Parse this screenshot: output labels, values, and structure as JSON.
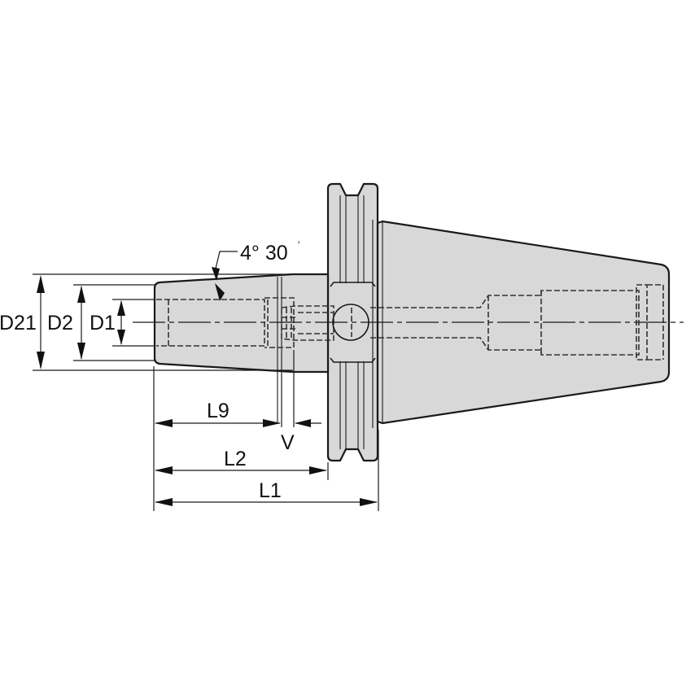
{
  "drawing": {
    "title": "Tool holder adapter cross-section",
    "colors": {
      "body_fill": "#d8d8d8",
      "line": "#1a1a1a",
      "background": "#ffffff"
    },
    "annotations": {
      "taper_angle": "4° 30′",
      "taper_angle_main": "4° 30",
      "taper_angle_mark": "′"
    },
    "dimensions": {
      "diameters": {
        "d21": "D21",
        "d2": "D2",
        "d1": "D1"
      },
      "lengths": {
        "l9": "L9",
        "v": "V",
        "l2": "L2",
        "l1": "L1"
      }
    }
  }
}
